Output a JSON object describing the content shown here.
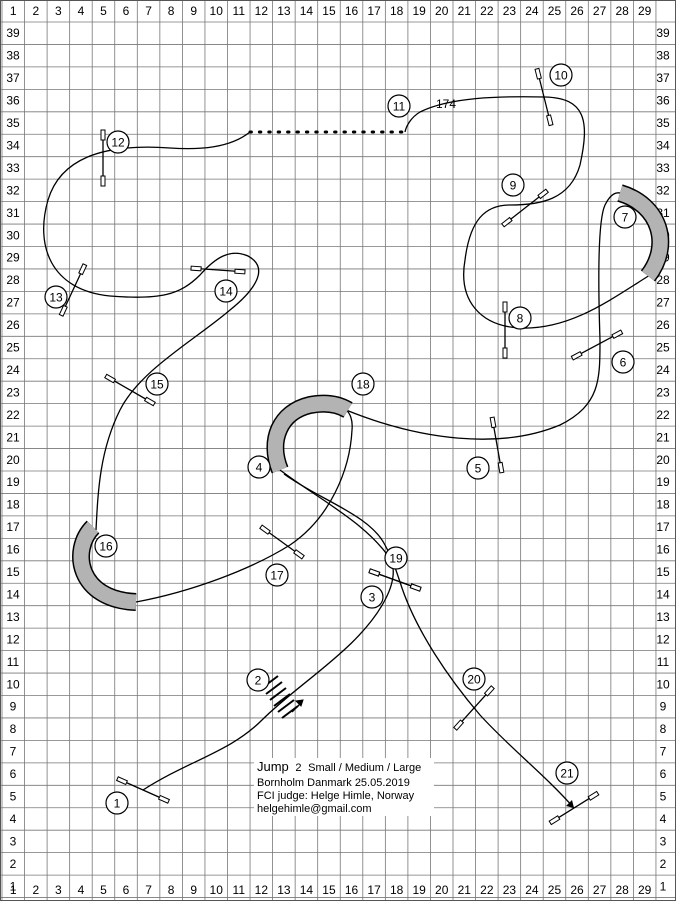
{
  "grid": {
    "columns": [
      "1",
      "2",
      "3",
      "4",
      "5",
      "6",
      "7",
      "8",
      "9",
      "10",
      "11",
      "12",
      "13",
      "14",
      "15",
      "16",
      "17",
      "18",
      "19",
      "20",
      "21",
      "22",
      "23",
      "24",
      "25",
      "26",
      "27",
      "28",
      "29"
    ],
    "rows": [
      "39",
      "38",
      "37",
      "36",
      "35",
      "34",
      "33",
      "32",
      "31",
      "30",
      "29",
      "28",
      "27",
      "26",
      "25",
      "24",
      "23",
      "22",
      "21",
      "20",
      "19",
      "18",
      "17",
      "16",
      "15",
      "14",
      "13",
      "12",
      "11",
      "10",
      "9",
      "8",
      "7",
      "6",
      "5",
      "4",
      "3",
      "2",
      "1"
    ],
    "corner_marks": [
      "1",
      "1"
    ]
  },
  "course_info": {
    "title": "Jump",
    "number": "2",
    "classes": "Small / Medium / Large",
    "location_date": "Bornholm Danmark   25.05.2019",
    "judge": "FCI judge: Helge Himle, Norway",
    "email": "helgehimle@gmail.com"
  },
  "course_length": "174",
  "obstacles": [
    {
      "n": "1",
      "kind": "jump"
    },
    {
      "n": "2",
      "kind": "long-jump"
    },
    {
      "n": "3",
      "kind": "jump"
    },
    {
      "n": "4",
      "kind": "tunnel"
    },
    {
      "n": "5",
      "kind": "jump"
    },
    {
      "n": "6",
      "kind": "jump"
    },
    {
      "n": "7",
      "kind": "tunnel"
    },
    {
      "n": "8",
      "kind": "jump"
    },
    {
      "n": "9",
      "kind": "jump"
    },
    {
      "n": "10",
      "kind": "jump"
    },
    {
      "n": "11",
      "kind": "jump"
    },
    {
      "n": "12",
      "kind": "jump"
    },
    {
      "n": "13",
      "kind": "jump"
    },
    {
      "n": "14",
      "kind": "jump"
    },
    {
      "n": "15",
      "kind": "jump"
    },
    {
      "n": "16",
      "kind": "tunnel"
    },
    {
      "n": "17",
      "kind": "jump"
    },
    {
      "n": "18",
      "kind": "tunnel"
    },
    {
      "n": "19",
      "kind": "jump"
    },
    {
      "n": "20",
      "kind": "jump"
    },
    {
      "n": "21",
      "kind": "jump"
    }
  ]
}
